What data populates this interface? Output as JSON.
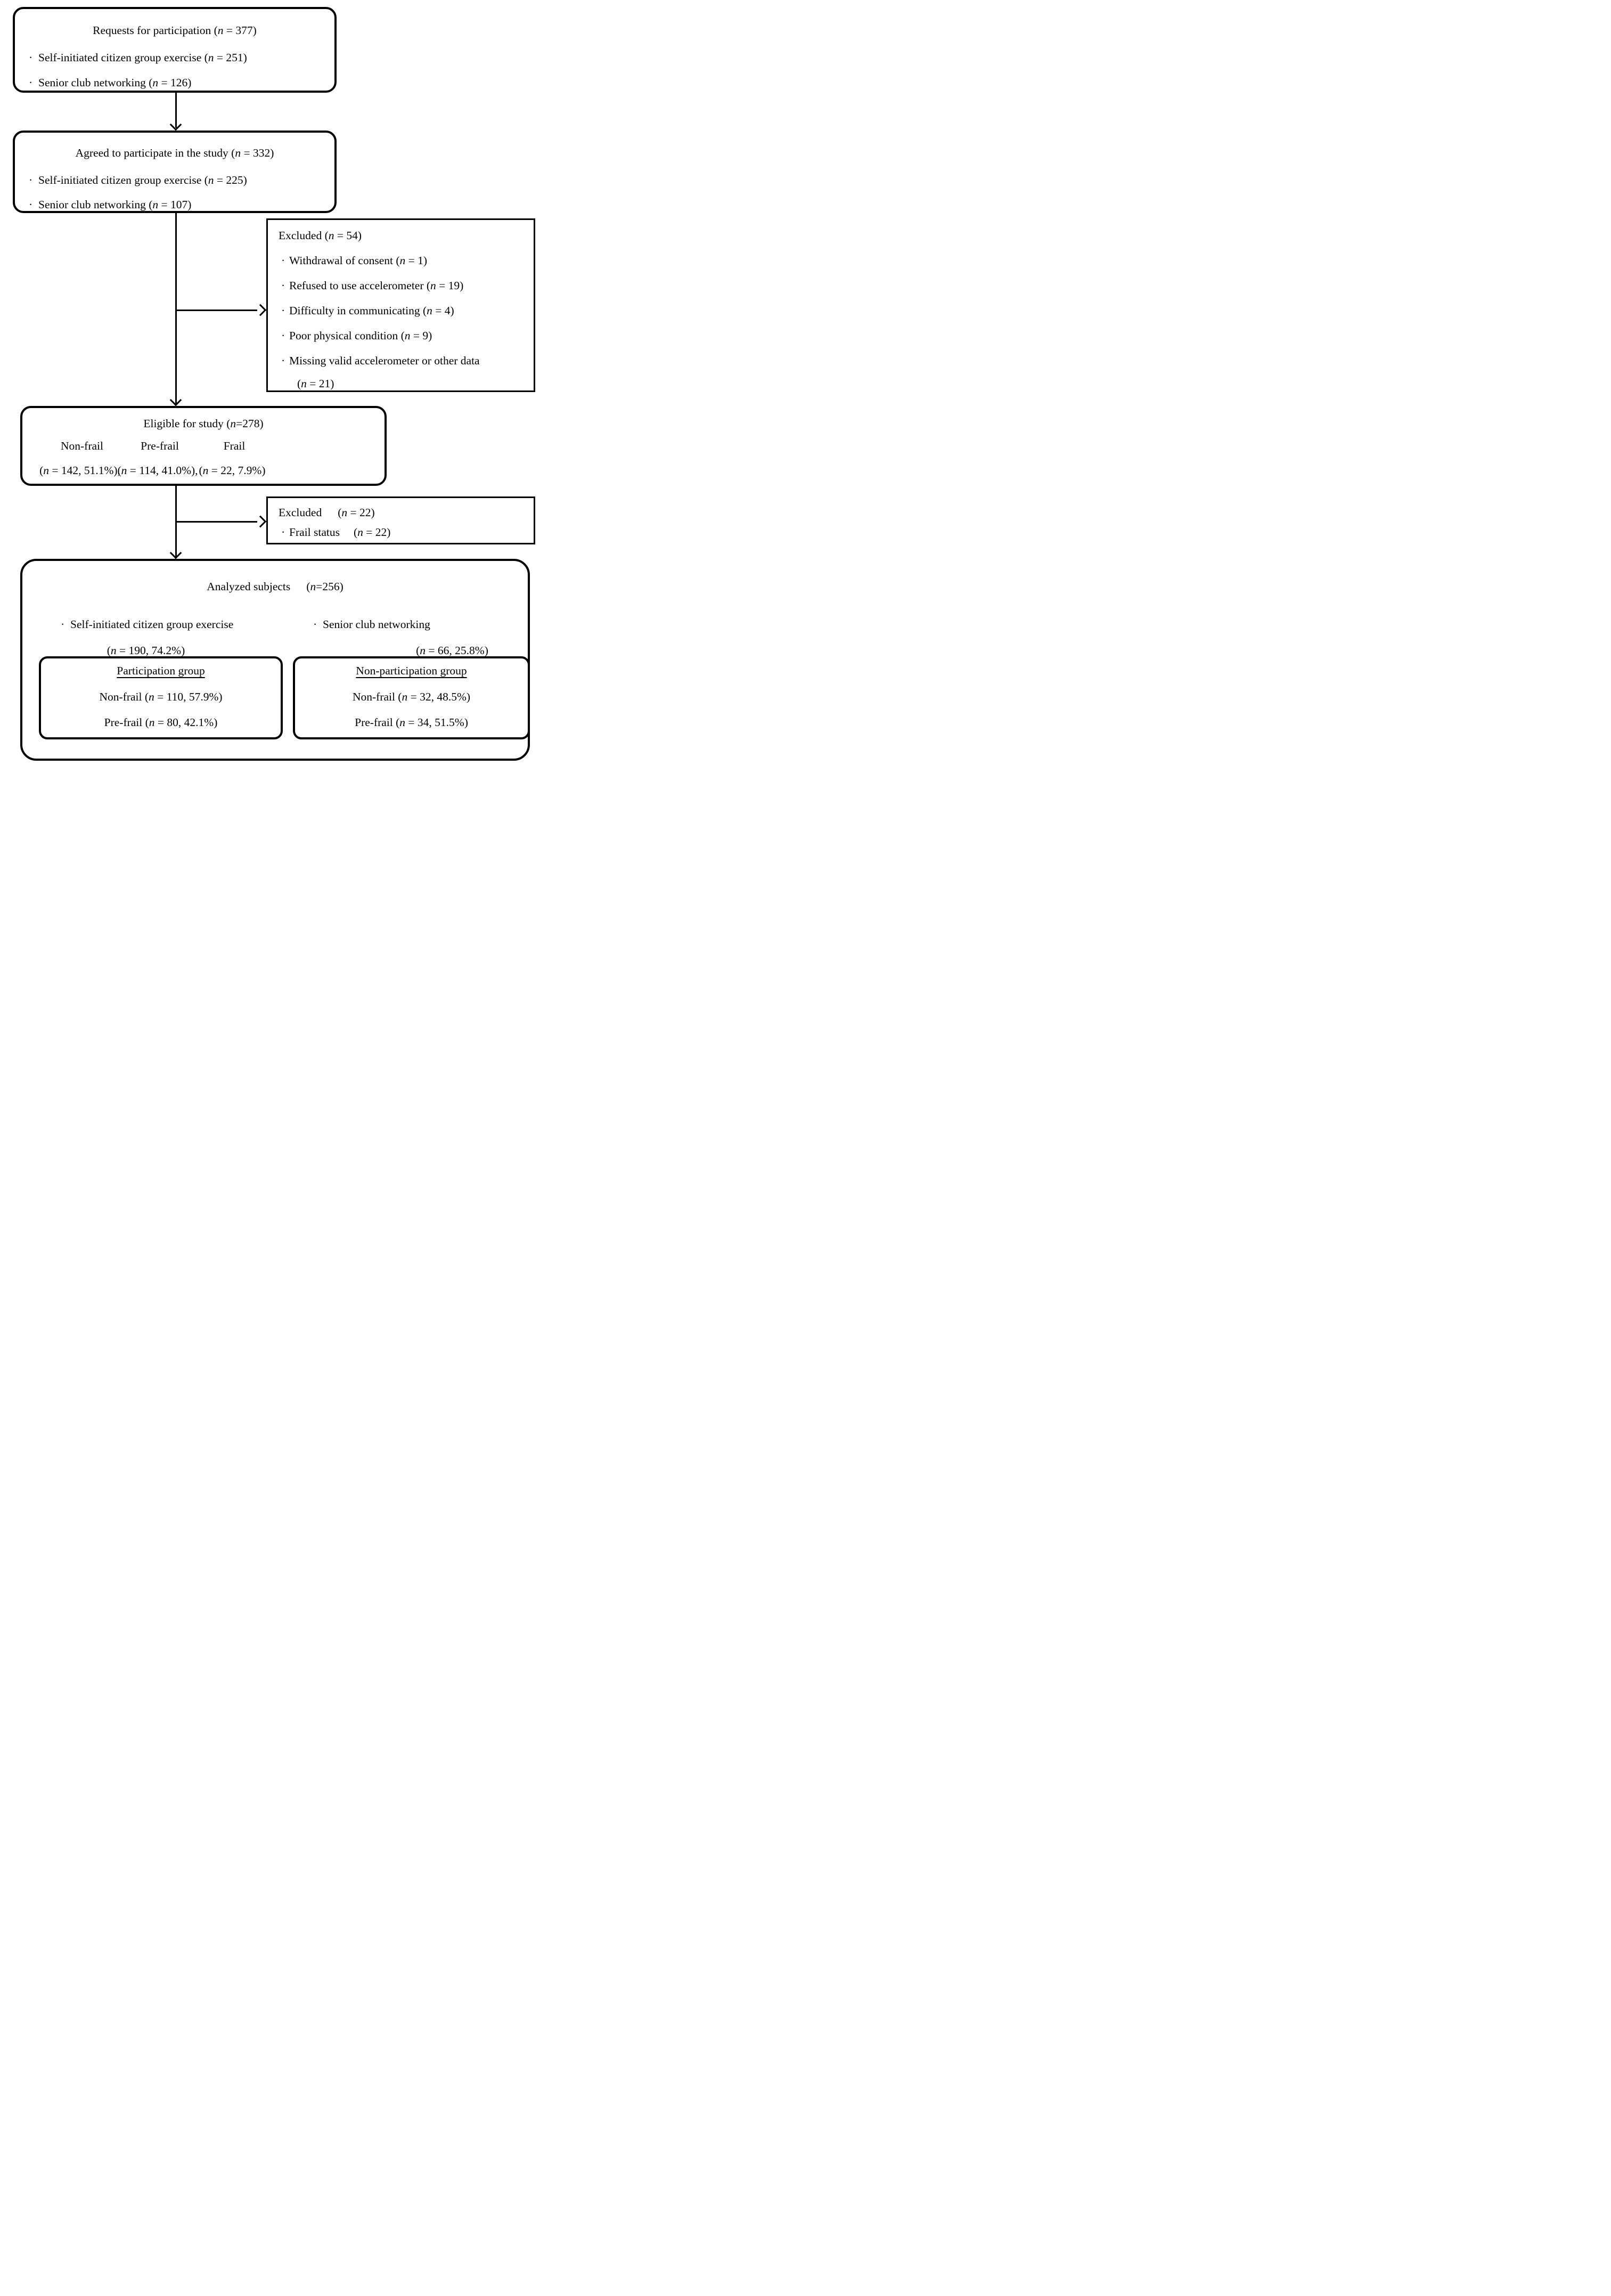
{
  "diagram": {
    "background_color": "#ffffff",
    "ink_color": "#000000",
    "bullet_glyph": "·",
    "boxes": {
      "requests": {
        "title": "Requests for participation (n = 377)",
        "bullets": [
          "Self-initiated citizen group exercise (n = 251)",
          "Senior club networking (n = 126)"
        ]
      },
      "agreed": {
        "title": "Agreed to participate in the study (n = 332)",
        "bullets": [
          "Self-initiated citizen group exercise (n = 225)",
          "Senior club networking (n = 107)"
        ]
      },
      "excluded_first": {
        "title": "Excluded (n = 54)",
        "bullets": [
          "Withdrawal of consent (n = 1)",
          "Refused to use accelerometer (n = 19)",
          "Difficulty in communicating (n = 4)",
          "Poor physical condition (n = 9)",
          "Missing valid accelerometer or other data"
        ],
        "continuation": "(n = 21)"
      },
      "eligible": {
        "title": "Eligible for study (n=278)",
        "columns": [
          {
            "label": "Non-frail",
            "stat": "(n = 142, 51.1%),"
          },
          {
            "label": "Pre-frail",
            "stat": "(n = 114, 41.0%),"
          },
          {
            "label": "Frail",
            "stat": "(n = 22, 7.9%)"
          }
        ]
      },
      "excluded_second": {
        "title_label": "Excluded",
        "title_stat": "(n = 22)",
        "bullet_label": "Frail status",
        "bullet_stat": "(n = 22)"
      },
      "analyzed": {
        "title_label": "Analyzed subjects",
        "title_stat": "(n=256)",
        "groups": [
          {
            "bullet": "Self-initiated citizen group exercise",
            "stat": "(n = 190, 74.2%)"
          },
          {
            "bullet": "Senior club networking",
            "stat": "(n = 66, 25.8%)"
          }
        ],
        "participation": {
          "heading": "Participation group",
          "lines": [
            "Non-frail (n = 110, 57.9%)",
            "Pre-frail (n = 80, 42.1%)"
          ]
        },
        "non_participation": {
          "heading": "Non-participation group",
          "lines": [
            "Non-frail (n = 32, 48.5%)",
            "Pre-frail (n = 34, 51.5%)"
          ]
        }
      }
    }
  }
}
